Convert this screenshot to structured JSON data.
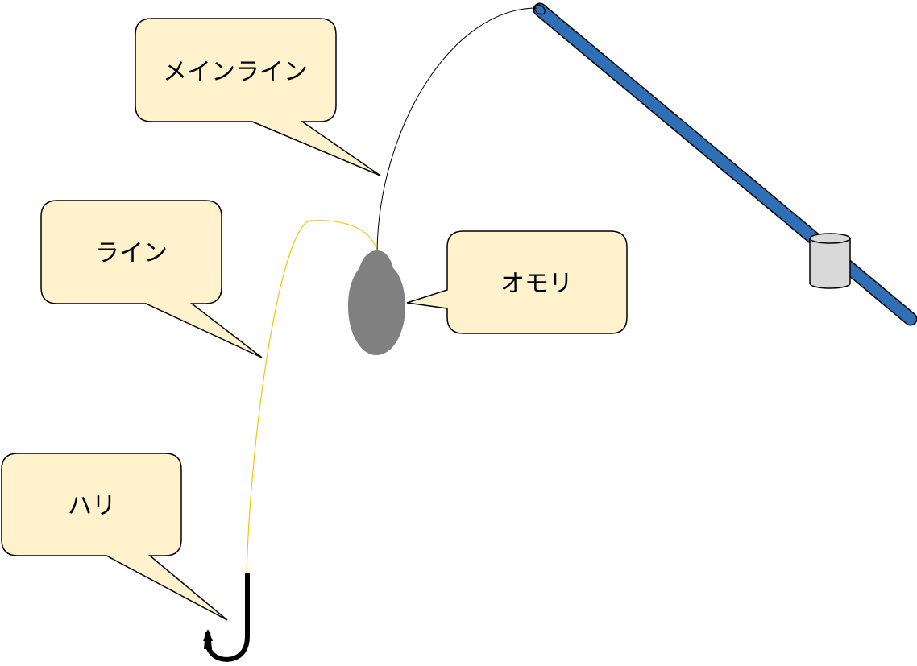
{
  "labels": {
    "main_line": "メインライン",
    "line": "ライン",
    "sinker": "オモリ",
    "hook": "ハリ"
  },
  "colors": {
    "callout_fill": "#fff2cc",
    "callout_stroke": "#000000",
    "rod": "#2e6fb5",
    "main_line": "#000000",
    "leader_line": "#ffc000",
    "sinker": "#808080",
    "reel": "#d9d9d9",
    "hook": "#000000"
  }
}
